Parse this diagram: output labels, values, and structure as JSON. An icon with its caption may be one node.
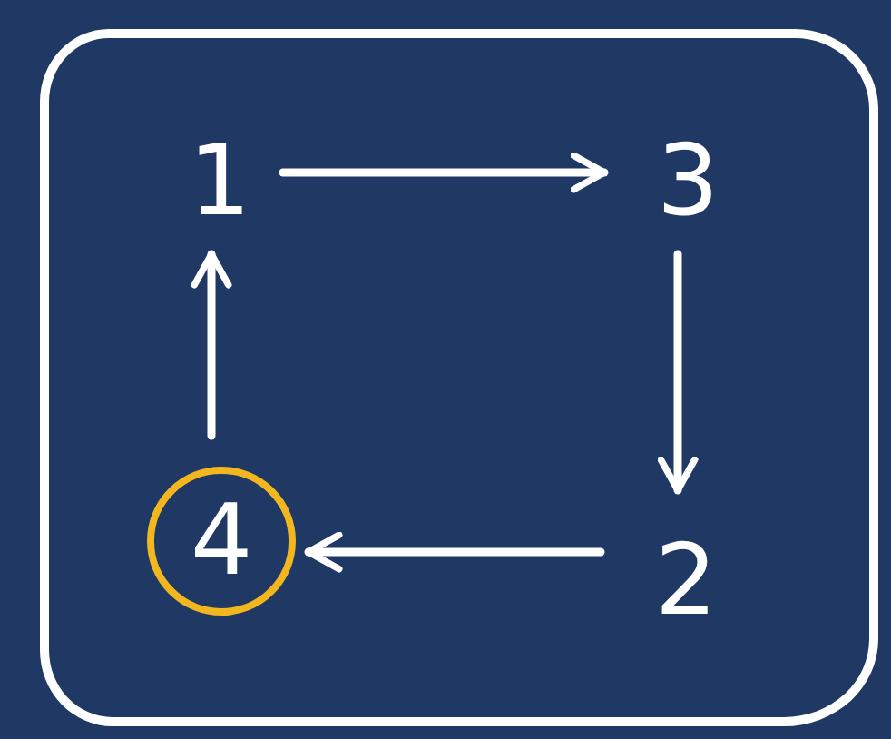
{
  "diagram": {
    "nodes": [
      {
        "text": [],
        "shape": "box"
      },
      {
        "text": [
          "1"
        ],
        "in": 0
      },
      {
        "text": [
          "3"
        ],
        "in": 0
      },
      {
        "text": [
          "4"
        ],
        "in": 0
      },
      {
        "text": [
          "2"
        ],
        "in": 0
      }
    ],
    "edges": [
      {
        "from": 1,
        "to": 2,
        "arrow": "to"
      },
      {
        "from": 2,
        "to": 4,
        "arrow": "to"
      },
      {
        "from": 4,
        "to": 3,
        "arrow": "to"
      },
      {
        "from": 3,
        "to": 1,
        "arrow": "to"
      }
    ]
  }
}
